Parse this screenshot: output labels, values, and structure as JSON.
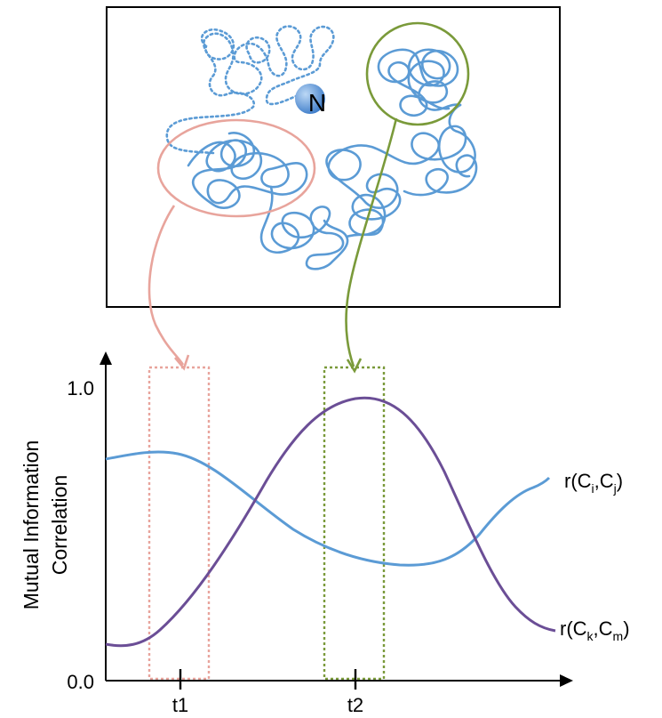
{
  "panel": {
    "node_label": "N"
  },
  "plot": {
    "ylabel_line1": "Mutual Information",
    "ylabel_line2": "Correlation",
    "ytick_top": "1.0",
    "ytick_bottom": "0.0",
    "xtick_t1": "t1",
    "xtick_t2": "t2",
    "series_a": {
      "pre": "r(C",
      "s1": "i",
      "mid": ",C",
      "s2": "j",
      "post": ")"
    },
    "series_b": {
      "pre": "r(C",
      "s1": "k",
      "mid": ",C",
      "s2": "m",
      "post": ")"
    }
  },
  "colors": {
    "trajectory": "#5b9bd5",
    "region_1": "#e8a49c",
    "region_2": "#7a9a3a",
    "curve_purple": "#6b4e96",
    "node_fill": "#5b9bd5"
  }
}
